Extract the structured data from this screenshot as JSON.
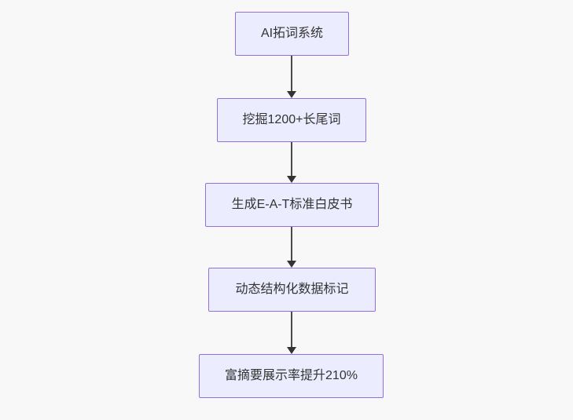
{
  "flowchart": {
    "type": "flowchart",
    "direction": "top-down",
    "nodes": [
      {
        "label": "AI拓词系统"
      },
      {
        "label": "挖掘1200+长尾词"
      },
      {
        "label": "生成E-A-T标准白皮书"
      },
      {
        "label": "动态结构化数据标记"
      },
      {
        "label": "富摘要展示率提升210%"
      }
    ],
    "edges": [
      {
        "from": "AI拓词系统",
        "to": "挖掘1200+长尾词",
        "arrow": "down"
      },
      {
        "from": "挖掘1200+长尾词",
        "to": "生成E-A-T标准白皮书",
        "arrow": "down"
      },
      {
        "from": "生成E-A-T标准白皮书",
        "to": "动态结构化数据标记",
        "arrow": "down"
      },
      {
        "from": "动态结构化数据标记",
        "to": "富摘要展示率提升210%",
        "arrow": "down"
      }
    ],
    "colors": {
      "node_fill": "#ececff",
      "node_border": "#9370db",
      "node_text": "#333333",
      "arrow": "#333333",
      "background": "#f8f8f8"
    }
  }
}
